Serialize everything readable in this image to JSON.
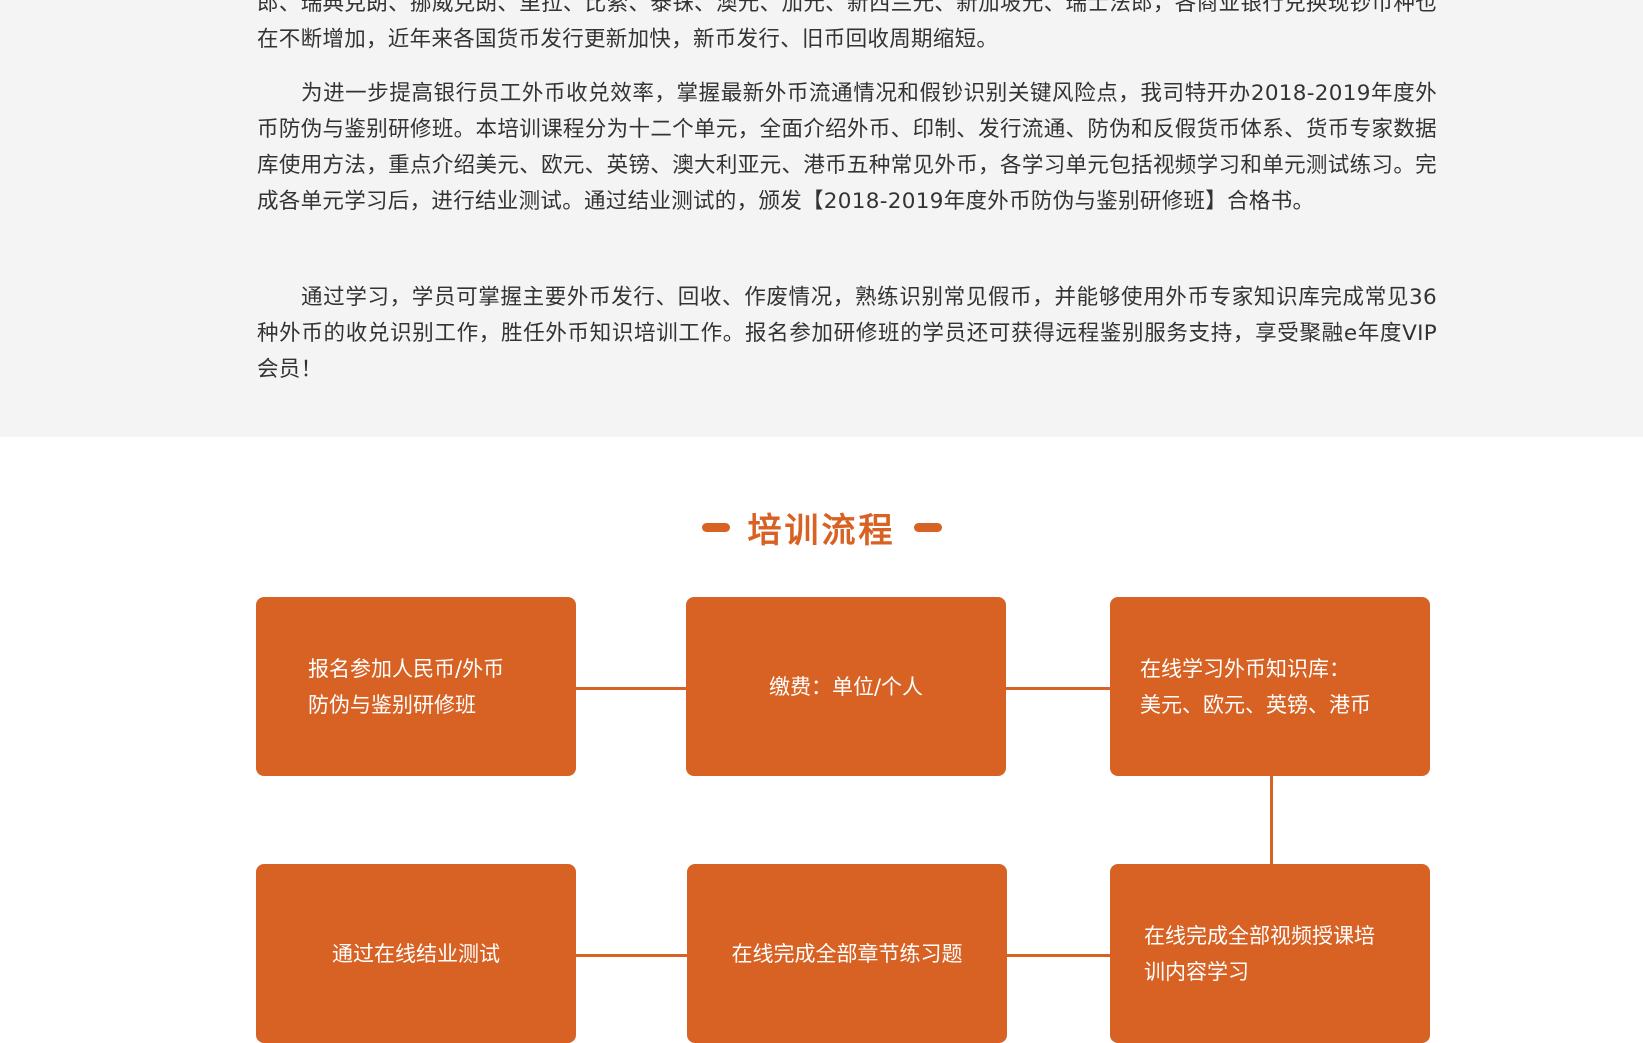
{
  "intro": {
    "p0": "郎、瑞典克朗、挪威克朗、里拉、比索、泰铢、澳元、加元、新西兰元、新加坡元、瑞士法郎，各商业银行兑换现钞币种也在不断增加，近年来各国货币发行更新加快，新币发行、旧币回收周期缩短。",
    "p1": "为进一步提高银行员工外币收兑效率，掌握最新外币流通情况和假钞识别关键风险点，我司特开办2018-2019年度外币防伪与鉴别研修班。本培训课程分为十二个单元，全面介绍外币、印制、发行流通、防伪和反假货币体系、货币专家数据库使用方法，重点介绍美元、欧元、英镑、澳大利亚元、港币五种常见外币，各学习单元包括视频学习和单元测试练习。完成各单元学习后，进行结业测试。通过结业测试的，颁发【2018-2019年度外币防伪与鉴别研修班】合格书。",
    "p2": "通过学习，学员可掌握主要外币发行、回收、作废情况，熟练识别常见假币，并能够使用外币专家知识库完成常见36种外币的收兑识别工作，胜任外币知识培训工作。报名参加研修班的学员还可获得远程鉴别服务支持，享受聚融e年度VIP会员！"
  },
  "process": {
    "title": "培训流程",
    "accent_color": "#d86224",
    "steps": [
      "报名参加人民币/外币\n防伪与鉴别研修班",
      "缴费：单位/个人",
      "在线学习外币知识库：\n美元、欧元、英镑、港币",
      "在线完成全部视频授课培\n训内容学习",
      "在线完成全部章节练习题",
      "通过在线结业测试"
    ]
  }
}
